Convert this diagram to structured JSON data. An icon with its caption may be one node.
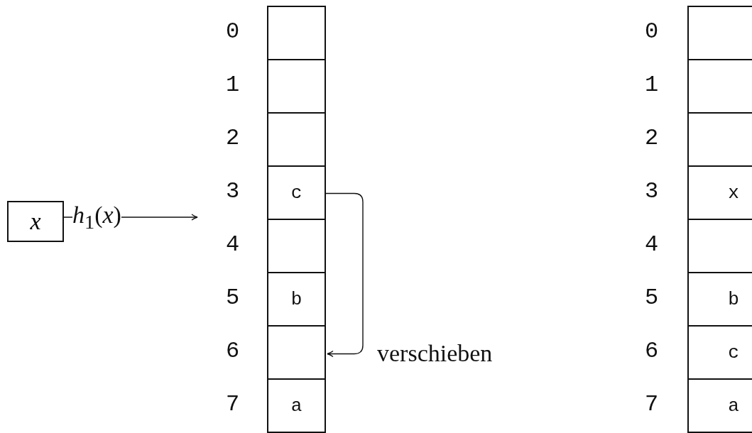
{
  "diagram": {
    "nodes": [
      {
        "text": [
          "x"
        ]
      },
      {
        "text": [],
        "shape": "box",
        "beside": [
          "0"
        ]
      },
      {
        "text": [],
        "shape": "box",
        "beside": [
          "1"
        ]
      },
      {
        "text": [],
        "shape": "box",
        "beside": [
          "2"
        ]
      },
      {
        "text": [
          "c"
        ],
        "beside": [
          "3"
        ]
      },
      {
        "text": [],
        "shape": "box",
        "beside": [
          "4"
        ]
      },
      {
        "text": [
          "b"
        ],
        "beside": [
          "5"
        ]
      },
      {
        "text": [],
        "shape": "box",
        "beside": [
          "6"
        ]
      },
      {
        "text": [
          "a"
        ],
        "beside": [
          "7"
        ]
      },
      {
        "text": [],
        "shape": "box",
        "beside": [
          "0"
        ]
      },
      {
        "text": [],
        "shape": "box",
        "beside": [
          "1"
        ]
      },
      {
        "text": [],
        "shape": "box",
        "beside": [
          "2"
        ]
      },
      {
        "text": [
          "x"
        ],
        "beside": [
          "3"
        ]
      },
      {
        "text": [],
        "shape": "box",
        "beside": [
          "4"
        ]
      },
      {
        "text": [
          "b"
        ],
        "beside": [
          "5"
        ]
      },
      {
        "text": [
          "c"
        ],
        "beside": [
          "6"
        ]
      },
      {
        "text": [
          "a"
        ],
        "beside": [
          "7"
        ]
      }
    ],
    "edges": [
      {
        "from": 0,
        "to": 4,
        "arrow": "to",
        "label": "*h*$_{1}$(*x*)"
      },
      {
        "from": 4,
        "to": 7,
        "arrow": "to",
        "label": "verschieben"
      }
    ]
  }
}
